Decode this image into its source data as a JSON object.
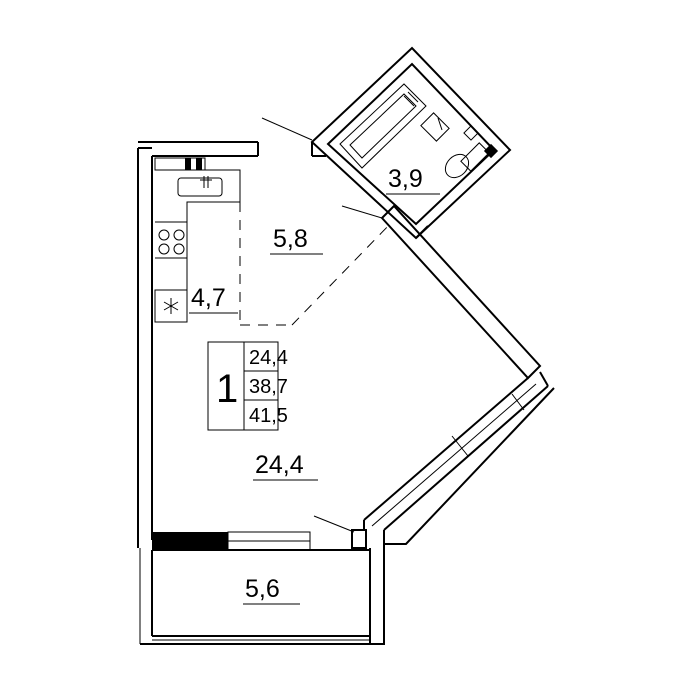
{
  "rooms": {
    "bathroom_area": "3,9",
    "hall_area": "5,8",
    "kitchen_area": "4,7",
    "living_area": "24,4",
    "loggia_area": "5,6"
  },
  "summary": {
    "rooms_count": "1",
    "living": "24,4",
    "total": "38,7",
    "total_with_loggia": "41,5"
  },
  "icons": {
    "fridge": "snowflake-icon",
    "stove": "stove-icon",
    "sink": "sink-icon"
  }
}
